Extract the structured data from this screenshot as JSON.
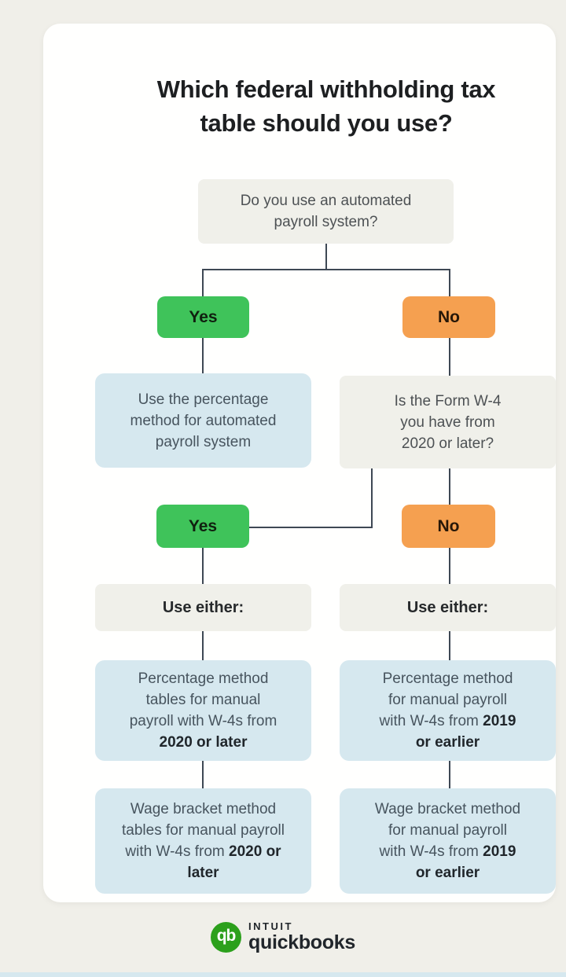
{
  "title": "Which federal withholding tax table should you use?",
  "colors": {
    "background": "#f0efe9",
    "card": "#fffffe",
    "gray_box": "#f0f0ea",
    "blue_box": "#d6e8ef",
    "yes_green": "#3fc35a",
    "no_orange": "#f5a050",
    "connector_line": "#3e4854",
    "quickbooks_green": "#2ca01c",
    "bottom_strip": "#d6e8ef"
  },
  "flow": {
    "q_automated": "Do you use an automated payroll system?",
    "branch1_yes": "Yes",
    "branch1_no": "No",
    "automated_result": "Use the percentage method for automated payroll system",
    "q_w4": "Is the Form W-4 you have from 2020 or later?",
    "branch2_yes": "Yes",
    "branch2_no": "No",
    "use_either": "Use either:",
    "results": {
      "pct_2020": {
        "text": "Percentage method tables for manual payroll with W-4s from ",
        "bold": "2020 or later"
      },
      "pct_2019": {
        "text": "Percentage method for manual payroll with W-4s from ",
        "bold": "2019 or earlier"
      },
      "wage_2020": {
        "text": "Wage bracket method tables for manual payroll with W-4s from ",
        "bold": "2020 or later"
      },
      "wage_2019": {
        "text": "Wage bracket method for manual payroll with W-4s from ",
        "bold": "2019 or earlier"
      }
    }
  },
  "footer": {
    "monogram": "qb",
    "brand_top": "INTUIT",
    "brand_bottom": "quickbooks"
  }
}
